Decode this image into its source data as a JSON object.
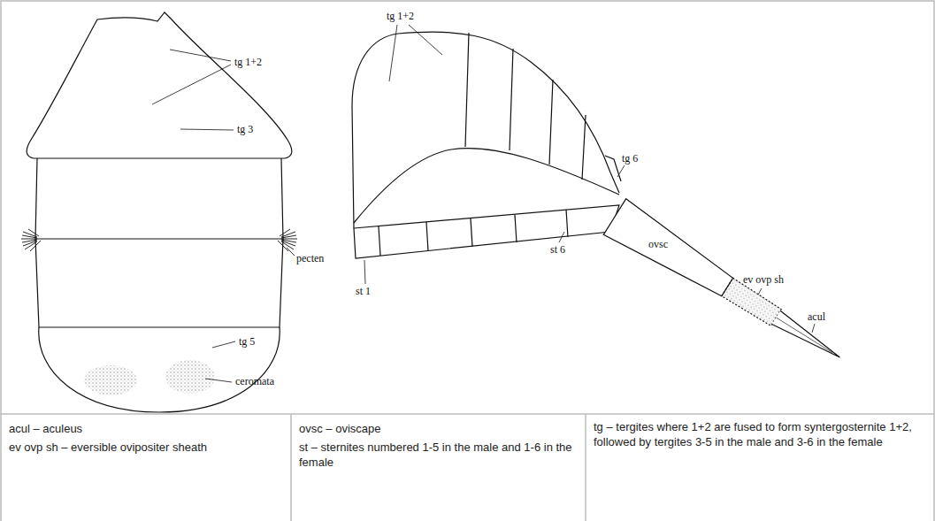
{
  "diagram": {
    "labels": [
      "tg 1+2",
      "tg 3",
      "pecten",
      "tg 5",
      "ceromata",
      "tg 1+2",
      "tg 6",
      "ovsc",
      "ev ovp sh",
      "acul",
      "st 1",
      "st 6",
      "acul – aculeus",
      "ev ovp sh – eversible ovipositer sheath",
      "ovsc – oviscape",
      "st – sternites numbered 1-5 in the male and 1-6 in the female",
      "tg – tergites where 1+2 are fused to form syntergosternite 1+2, followed by tergites 3-5 in the male and 3-6 in the female"
    ]
  }
}
